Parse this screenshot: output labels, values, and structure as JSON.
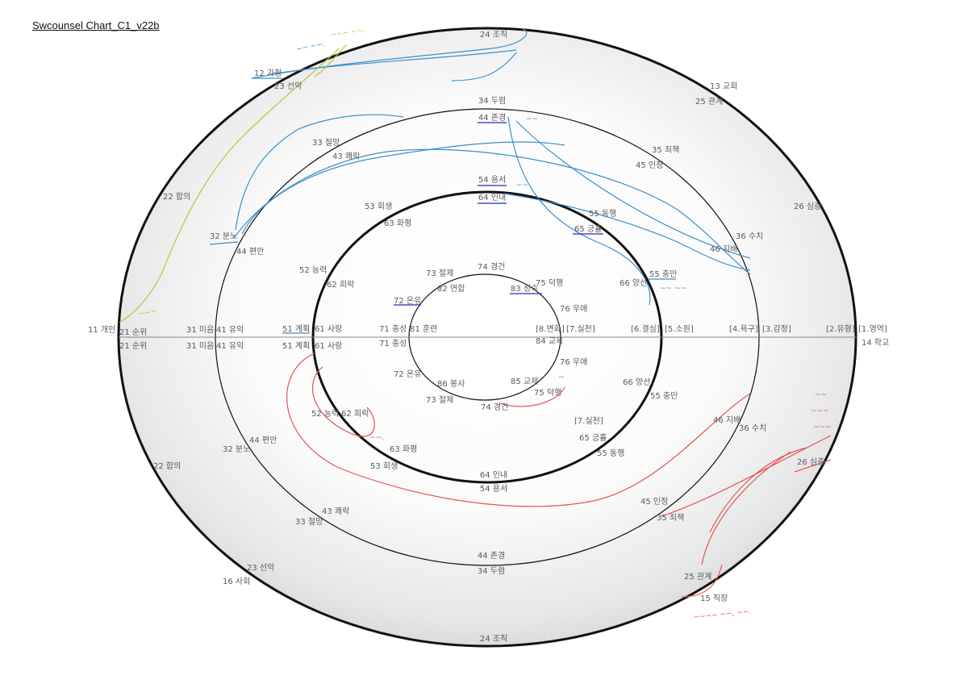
{
  "title": "Swcounsel Chart_C1_v22b",
  "colors": {
    "ring": "#111111",
    "blue": "#3b8fc9",
    "red": "#e05757",
    "green": "#b3c23d",
    "navy": "#2b2ba8"
  },
  "labels": [
    {
      "id": "l1",
      "text": "24 조직"
    },
    {
      "id": "l2",
      "text": "12 가정"
    },
    {
      "id": "l3",
      "text": "23 선악"
    },
    {
      "id": "l4",
      "text": "13 교회"
    },
    {
      "id": "l5",
      "text": "25 관계"
    },
    {
      "id": "l6",
      "text": "34 두렴"
    },
    {
      "id": "l7",
      "text": "44 존경"
    },
    {
      "id": "l8",
      "text": "33 절망"
    },
    {
      "id": "l9",
      "text": "43 쾌락"
    },
    {
      "id": "l10",
      "text": "35 죄책"
    },
    {
      "id": "l11",
      "text": "45 인정"
    },
    {
      "id": "l12",
      "text": "22 합의"
    },
    {
      "id": "l13",
      "text": "54 용서"
    },
    {
      "id": "l14",
      "text": "64 인내"
    },
    {
      "id": "l15",
      "text": "53 회생"
    },
    {
      "id": "l16",
      "text": "63 화평"
    },
    {
      "id": "l17",
      "text": "55 동행"
    },
    {
      "id": "l18",
      "text": "65 긍휼"
    },
    {
      "id": "l19",
      "text": "26 심층"
    },
    {
      "id": "l20",
      "text": "32 분노"
    },
    {
      "id": "l21",
      "text": "44 편안"
    },
    {
      "id": "l22",
      "text": "36 수치"
    },
    {
      "id": "l23",
      "text": "46 지배"
    },
    {
      "id": "l24",
      "text": "52 능력"
    },
    {
      "id": "l25",
      "text": "62 희락"
    },
    {
      "id": "l26",
      "text": "73 절제"
    },
    {
      "id": "l27",
      "text": "74 경건"
    },
    {
      "id": "l28",
      "text": "82 연합"
    },
    {
      "id": "l29",
      "text": "83 성숙"
    },
    {
      "id": "l30",
      "text": "75 덕행"
    },
    {
      "id": "l31",
      "text": "55 충만"
    },
    {
      "id": "l32",
      "text": "66 양선"
    },
    {
      "id": "l33",
      "text": "72 온유"
    },
    {
      "id": "l34",
      "text": "76 우애"
    },
    {
      "id": "l35",
      "text": "11 개인"
    },
    {
      "id": "l36",
      "text": "21 순위"
    },
    {
      "id": "l37",
      "text": "31 미음"
    },
    {
      "id": "l38",
      "text": "41 유익"
    },
    {
      "id": "l39",
      "text": "51 계획"
    },
    {
      "id": "l40",
      "text": "61 사랑"
    },
    {
      "id": "l41",
      "text": "71 충성"
    },
    {
      "id": "l42",
      "text": "81 훈련"
    },
    {
      "id": "l43",
      "text": "[8.변화]"
    },
    {
      "id": "l44",
      "text": "[7.실천]"
    },
    {
      "id": "l45",
      "text": "[6.결심]"
    },
    {
      "id": "l46",
      "text": "[5.소원]"
    },
    {
      "id": "l47",
      "text": "[4.욕구]"
    },
    {
      "id": "l48",
      "text": "[3.감정]"
    },
    {
      "id": "l49",
      "text": "[2.유형]"
    },
    {
      "id": "l50",
      "text": "[1.영역]"
    },
    {
      "id": "l51",
      "text": "21 순위"
    },
    {
      "id": "l52",
      "text": "31 미음"
    },
    {
      "id": "l53",
      "text": "41 유익"
    },
    {
      "id": "l54",
      "text": "51 계획"
    },
    {
      "id": "l55",
      "text": "61 사랑"
    },
    {
      "id": "l56",
      "text": "71 충성"
    },
    {
      "id": "l57",
      "text": "84 교육"
    },
    {
      "id": "l58",
      "text": "14 학교"
    },
    {
      "id": "l59",
      "text": "76 우애"
    },
    {
      "id": "l60",
      "text": "72 온유"
    },
    {
      "id": "l61",
      "text": "86 봉사"
    },
    {
      "id": "l62",
      "text": "85 교제"
    },
    {
      "id": "l63",
      "text": "73 절제"
    },
    {
      "id": "l64",
      "text": "75 덕행"
    },
    {
      "id": "l65",
      "text": "66 양선"
    },
    {
      "id": "l66",
      "text": "55 충만"
    },
    {
      "id": "l67",
      "text": "74 경건"
    },
    {
      "id": "l68",
      "text": "[7.실천]"
    },
    {
      "id": "l69",
      "text": "52 능력"
    },
    {
      "id": "l70",
      "text": "62 희락"
    },
    {
      "id": "l71",
      "text": "46 지배"
    },
    {
      "id": "l72",
      "text": "36 수치"
    },
    {
      "id": "l73",
      "text": "32 분노"
    },
    {
      "id": "l74",
      "text": "44 편안"
    },
    {
      "id": "l75",
      "text": "63 화평"
    },
    {
      "id": "l76",
      "text": "65 긍휼"
    },
    {
      "id": "l77",
      "text": "55 동행"
    },
    {
      "id": "l78",
      "text": "22 합의"
    },
    {
      "id": "l79",
      "text": "53 회생"
    },
    {
      "id": "l80",
      "text": "26 심층"
    },
    {
      "id": "l81",
      "text": "64 인내"
    },
    {
      "id": "l82",
      "text": "54 용서"
    },
    {
      "id": "l83",
      "text": "43 쾌락"
    },
    {
      "id": "l84",
      "text": "33 절망"
    },
    {
      "id": "l85",
      "text": "45 인정"
    },
    {
      "id": "l86",
      "text": "35 죄책"
    },
    {
      "id": "l87",
      "text": "44 존경"
    },
    {
      "id": "l88",
      "text": "34 두렴"
    },
    {
      "id": "l89",
      "text": "23 선악"
    },
    {
      "id": "l90",
      "text": "16 사회"
    },
    {
      "id": "l91",
      "text": "25 관계"
    },
    {
      "id": "l92",
      "text": "15 직장"
    },
    {
      "id": "l93",
      "text": "24 조직"
    }
  ]
}
